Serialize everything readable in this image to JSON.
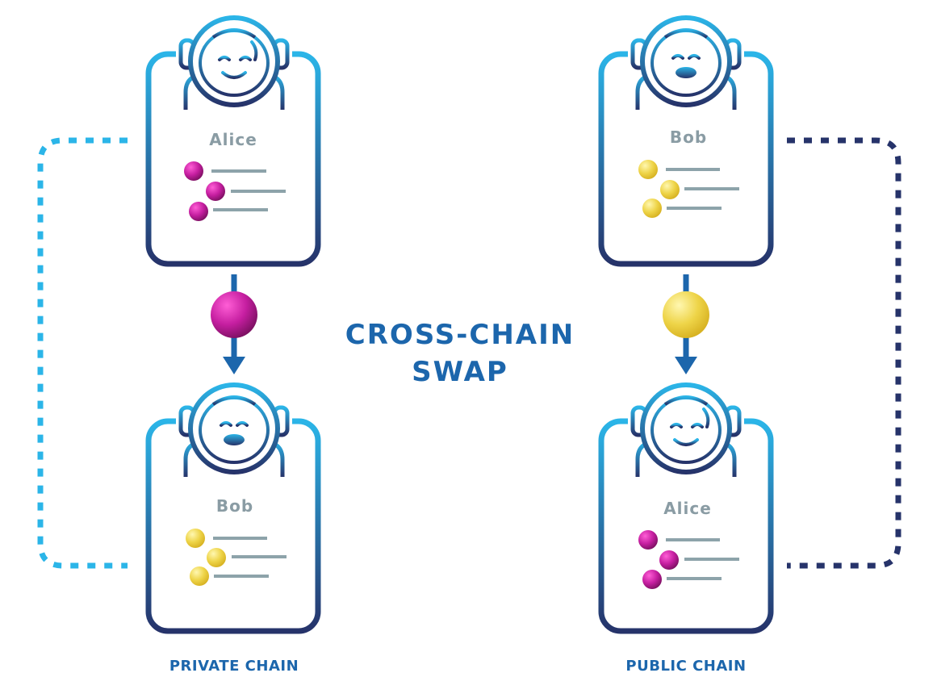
{
  "title": {
    "line1": "CROSS-CHAIN",
    "line2": "SWAP"
  },
  "chains": {
    "left_label": "PRIVATE CHAIN",
    "right_label": "PUBLIC CHAIN"
  },
  "cards": {
    "top_left": {
      "name": "Alice",
      "token": "magenta",
      "face": "smile"
    },
    "top_right": {
      "name": "Bob",
      "token": "yellow",
      "face": "lips"
    },
    "bottom_left": {
      "name": "Bob",
      "token": "yellow",
      "face": "lips"
    },
    "bottom_right": {
      "name": "Alice",
      "token": "magenta",
      "face": "smile"
    }
  },
  "colors": {
    "card_gradient_top": "#2bb5e8",
    "card_gradient_bottom": "#26336a",
    "token_magenta": "#c51ea0",
    "token_yellow": "#eed448",
    "text_blue": "#1c66ac",
    "name_gray": "#8a9ca4",
    "line_gray": "#8da3aa",
    "dots_light": "#2bb5e8",
    "dots_dark": "#26336a"
  }
}
